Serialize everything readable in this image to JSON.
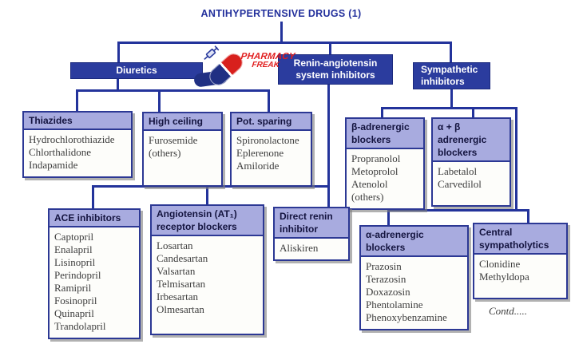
{
  "title": "ANTIHYPERTENSIVE DRUGS (1)",
  "contd": "Contd.....",
  "logo": {
    "line1": "PHARMACY",
    "line2": "FREAK"
  },
  "colors": {
    "connector_navy": "#23339b",
    "node_blue": "#2b3c9e",
    "header_lavender": "#a8abdf",
    "logo_red": "#e11e1e"
  },
  "level1": [
    {
      "label": "Diuretics"
    },
    {
      "label": "Renin-angiotensin system inhibitors"
    },
    {
      "label": "Sympathetic inhibitors"
    }
  ],
  "groups": [
    {
      "header": "Thiazides",
      "drugs": [
        "Hydrochlorothiazide",
        "Chlorthalidone",
        "Indapamide"
      ]
    },
    {
      "header": "High ceiling",
      "drugs": [
        "Furosemide",
        "(others)"
      ]
    },
    {
      "header": "Pot. sparing",
      "drugs": [
        "Spironolactone",
        "Eplerenone",
        "Amiloride"
      ]
    },
    {
      "header": "β-adrenergic blockers",
      "drugs": [
        "Propranolol",
        "Metoprolol",
        "Atenolol",
        "(others)"
      ]
    },
    {
      "header": "α + β adrenergic blockers",
      "drugs": [
        "Labetalol",
        "Carvedilol"
      ]
    },
    {
      "header": "ACE inhibitors",
      "drugs": [
        "Captopril",
        "Enalapril",
        "Lisinopril",
        "Perindopril",
        "Ramipril",
        "Fosinopril",
        "Quinapril",
        "Trandolapril"
      ]
    },
    {
      "header": "Angiotensin (AT₁) receptor blockers",
      "drugs": [
        "Losartan",
        "Candesartan",
        "Valsartan",
        "Telmisartan",
        "Irbesartan",
        "Olmesartan"
      ]
    },
    {
      "header": "Direct renin inhibitor",
      "drugs": [
        "Aliskiren"
      ]
    },
    {
      "header": "α-adrenergic blockers",
      "drugs": [
        "Prazosin",
        "Terazosin",
        "Doxazosin",
        "Phentolamine",
        "Phenoxybenzamine"
      ]
    },
    {
      "header": "Central sympatholytics",
      "drugs": [
        "Clonidine",
        "Methyldopa"
      ]
    }
  ]
}
